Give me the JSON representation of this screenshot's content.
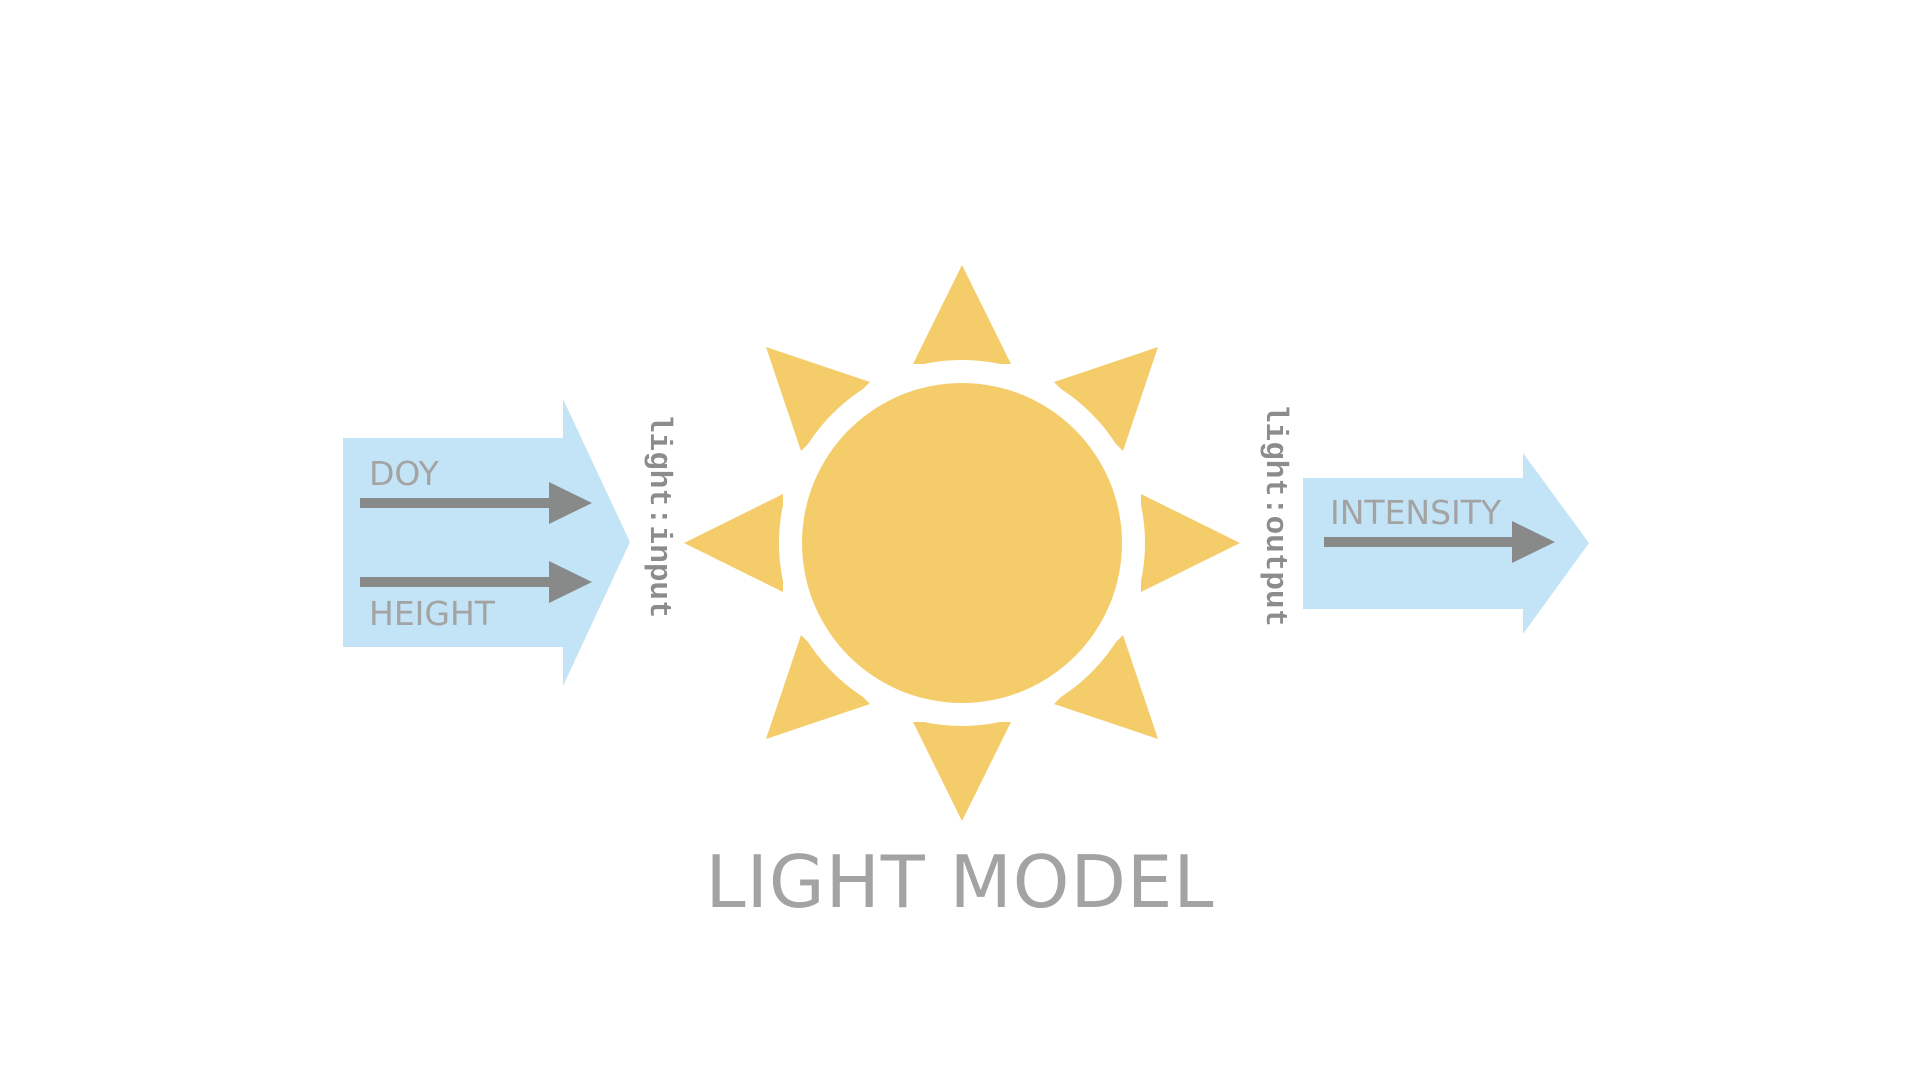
{
  "diagram": {
    "title": "LIGHT MODEL",
    "input_port": "light:input",
    "output_port": "light:output",
    "inputs": [
      {
        "label": "DOY"
      },
      {
        "label": "HEIGHT"
      }
    ],
    "outputs": [
      {
        "label": "INTENSITY"
      }
    ]
  },
  "colors": {
    "sun": "#f4cd6a",
    "arrow_block": "#c3e4f6",
    "signal_arrow": "#888a8a",
    "text": "#a3a3a3",
    "port_text": "#8c8c8c",
    "background": "#ffffff"
  },
  "icons": {
    "center": "sun-icon",
    "flow": "arrow-right-icon"
  }
}
